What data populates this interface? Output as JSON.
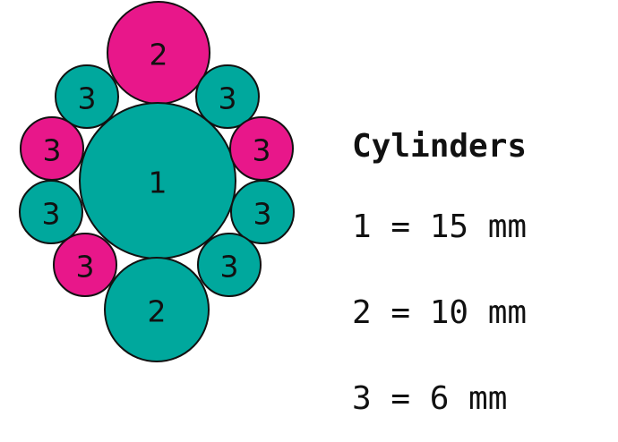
{
  "colors": {
    "teal": "#00a89d",
    "magenta": "#e8178a",
    "outline": "#111111",
    "text": "#111111",
    "background": "#ffffff"
  },
  "circles": [
    {
      "id": "top-2",
      "label": "2",
      "color": "magenta"
    },
    {
      "id": "center-1",
      "label": "1",
      "color": "teal"
    },
    {
      "id": "bottom-2",
      "label": "2",
      "color": "teal"
    },
    {
      "id": "upper-left-3",
      "label": "3",
      "color": "teal"
    },
    {
      "id": "upper-right-3",
      "label": "3",
      "color": "teal"
    },
    {
      "id": "mid-left-3",
      "label": "3",
      "color": "magenta"
    },
    {
      "id": "mid-right-3",
      "label": "3",
      "color": "magenta"
    },
    {
      "id": "lower-left-3",
      "label": "3",
      "color": "teal"
    },
    {
      "id": "lower-right-3",
      "label": "3",
      "color": "teal"
    },
    {
      "id": "bottom-left-3",
      "label": "3",
      "color": "magenta"
    },
    {
      "id": "bottom-right-3",
      "label": "3",
      "color": "teal"
    }
  ],
  "legend": {
    "title": "Cylinders",
    "rows": [
      "1 = 15 mm",
      "2 = 10 mm",
      "3 = 6 mm"
    ]
  }
}
